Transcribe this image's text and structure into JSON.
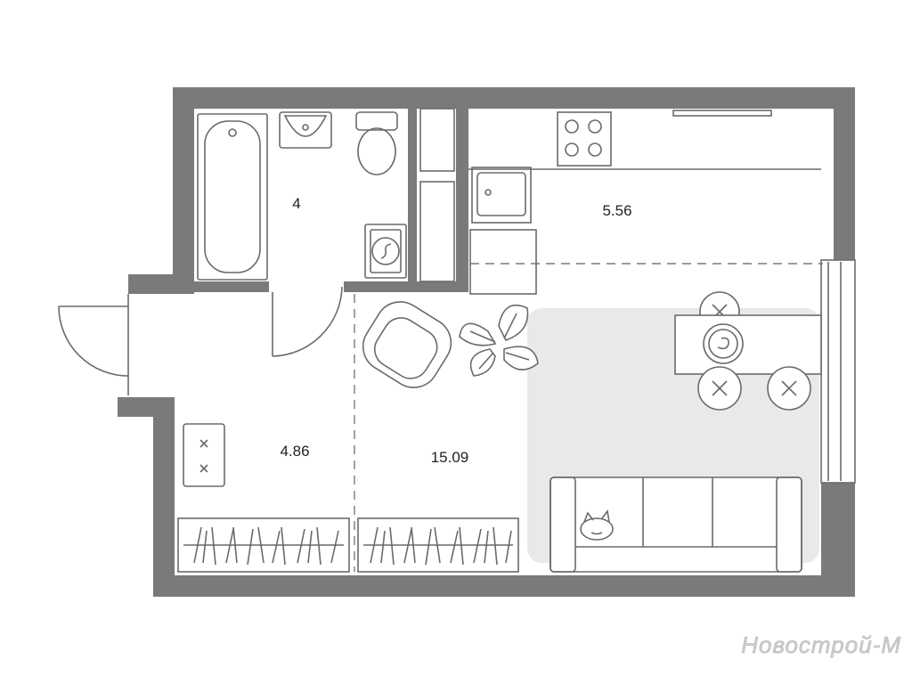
{
  "colors": {
    "wall": "#7a7a7a",
    "rug": "#e9e9e9",
    "line": "#6a6a6a",
    "background": "#ffffff"
  },
  "rooms": {
    "bathroom": {
      "area": "4"
    },
    "kitchen": {
      "area": "5.56"
    },
    "hallway": {
      "area": "4.86"
    },
    "living": {
      "area": "15.09"
    }
  },
  "watermark": {
    "text": "Новострой-М"
  },
  "icons": [
    "bathtub-icon",
    "sink-icon",
    "toilet-icon",
    "washing-machine-icon",
    "stove-icon",
    "kitchen-sink-icon",
    "armchair-icon",
    "plant-icon",
    "dining-table-icon",
    "chair-icon",
    "sofa-icon",
    "cat-icon",
    "wardrobe-icon",
    "ottoman-icon",
    "door-icon",
    "window-icon",
    "radiator-icon"
  ]
}
